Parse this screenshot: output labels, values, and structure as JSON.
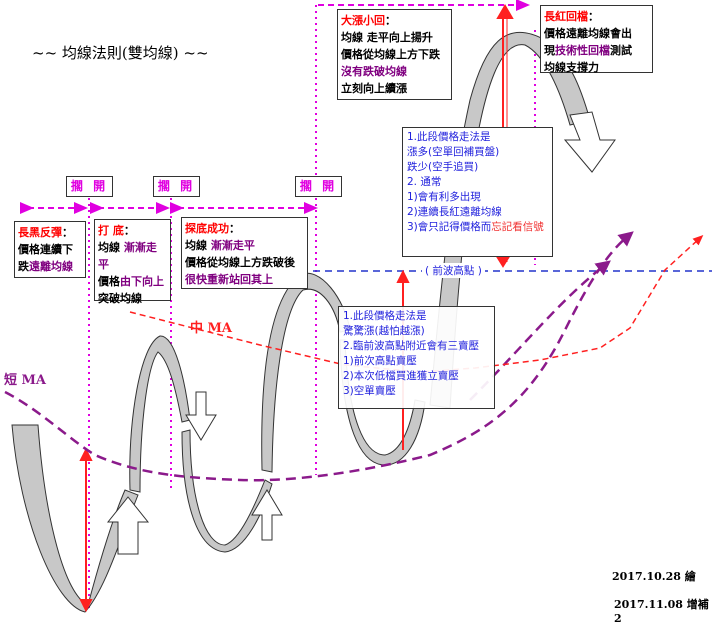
{
  "title": "~~  均線法則(雙均線) ~~",
  "separators": [
    "擱 開",
    "擱 開",
    "擱 開"
  ],
  "boxes": {
    "long_black": {
      "heading": "長黑反彈",
      "colon": "：",
      "line1": "價格連續下",
      "line2a": "跌",
      "line2b": "遠離均線"
    },
    "bottoming": {
      "heading": "打  底",
      "colon": "：",
      "line1a": "均線 ",
      "line1b": "漸漸走平",
      "line2a": "價格",
      "line2b": "由下向上",
      "line3": "突破均線"
    },
    "bottom_success": {
      "heading": "探底成功",
      "colon": "：",
      "line1a": "均線 ",
      "line1b": "漸漸走平",
      "line2": "價格從均線上方跌破後",
      "line3": "很快重新站回其上"
    },
    "big_rise": {
      "heading": "大漲小回",
      "colon": "：",
      "line1": "均線 走平向上揚升",
      "line2": "價格從均線上方下跌",
      "line3": "沒有跌破均線",
      "line4": "立刻向上續漲"
    },
    "long_red": {
      "heading": "長紅回檔",
      "colon": "：",
      "line1": "價格遠離均線會出",
      "line2a": "現",
      "line2b": "技術性回檔",
      "line2c": "測試",
      "line3": "均線支撐力"
    }
  },
  "note_upper": {
    "lines": [
      "1.此段價格走法是",
      "漲多(空單回補買盤)",
      "跌少(空手追買)",
      "2. 通常",
      "1)會有利多出現",
      "2)連續長紅遠離均線"
    ],
    "line7a": "3)會只記得價格而",
    "line7b": "忘記看信號"
  },
  "note_lower": {
    "lines": [
      "1.此段價格走法是",
      "驚驚漲(越怕越漲)",
      "2.臨前波高點附近會有三賣壓",
      "1)前次高點賣壓",
      "2)本次低檔買進獲立賣壓",
      "3)空單賣壓"
    ]
  },
  "previous_high_label": "( 前波高點 )",
  "short_ma_label": "短 MA",
  "mid_ma_label": "中 MA",
  "dates": [
    "2017.10.28  繪",
    "2017.11.08  增補 2"
  ],
  "colors": {
    "short_ma": "#8b1a8b",
    "mid_ma": "#ff2020",
    "separator": "#e000e0",
    "previous_high": "#2233cc",
    "ribbon": "#c8c8c8"
  }
}
